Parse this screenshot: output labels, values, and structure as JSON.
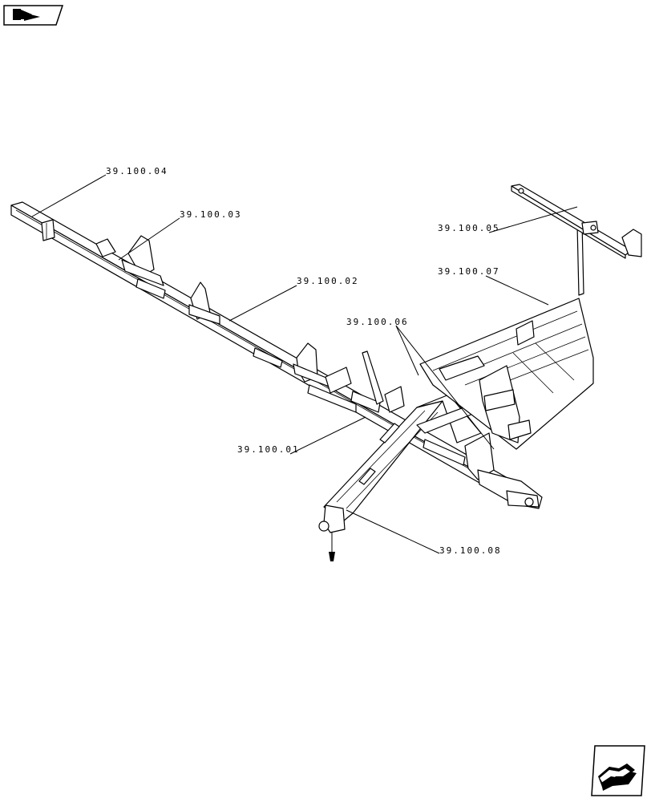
{
  "nav": {
    "back_icon": "previous-page-icon",
    "forward_icon": "next-page-icon"
  },
  "callouts": {
    "c04": "39.100.04",
    "c03": "39.100.03",
    "c02": "39.100.02",
    "c06": "39.100.06",
    "c05": "39.100.05",
    "c07": "39.100.07",
    "c01": "39.100.01",
    "c08": "39.100.08"
  }
}
